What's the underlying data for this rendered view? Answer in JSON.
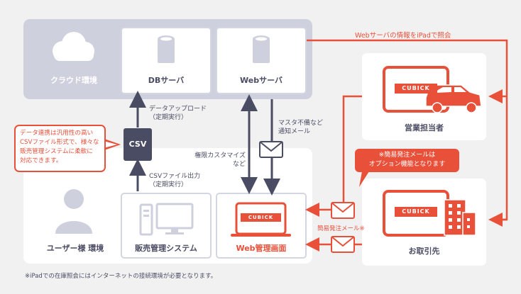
{
  "cloud": {
    "label": "クラウド環境"
  },
  "db_server": {
    "label": "DBサーバ"
  },
  "web_server": {
    "label": "Webサーバ"
  },
  "user_env": {
    "label": "ユーザー様 環境"
  },
  "sales_system": {
    "label": "販売管理システム"
  },
  "web_admin": {
    "label": "Web管理画面",
    "logo": "CUBICK"
  },
  "sales_rep": {
    "label": "営業担当者",
    "logo": "CUBICK"
  },
  "client": {
    "label": "お取引先",
    "logo": "CUBICK"
  },
  "csv_badge": {
    "label": "CSV"
  },
  "notes": {
    "data_upload_1": "データアップロード",
    "data_upload_2": "（定期実行）",
    "csv_output_1": "CSVファイル出力",
    "csv_output_2": "（定期実行）",
    "master_1": "マスタ不備など",
    "master_2": "通知メール",
    "custom_1": "権限カスタマイズ",
    "custom_2": "など",
    "ipad_query": "Webサーバの情報をiPadで照会",
    "simple_mail": "簡易発注メール※"
  },
  "callout_left": {
    "line1": "データ連携は汎用性の高い",
    "line2": "CSVファイル形式で、様々な",
    "line3": "販売管理システムに柔軟に",
    "line4": "対応できます。"
  },
  "callout_orange": {
    "line1": "※簡易発注メールは",
    "line2": "オプション機能となります"
  },
  "footer": "※iPadでの在庫照会にはインターネットの接続環境が必要となります。",
  "colors": {
    "accent": "#e8503a",
    "dark": "#4a4c63",
    "panel": "#cfd0de",
    "border": "#d4d5e2"
  }
}
